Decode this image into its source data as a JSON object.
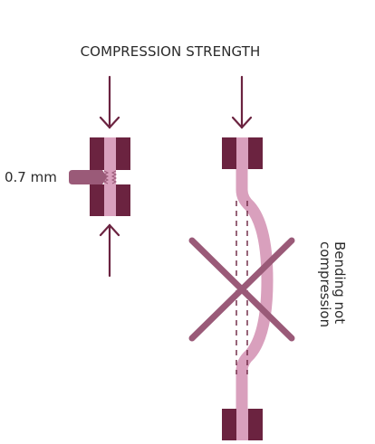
{
  "title": "COMPRESSION STRENGTH",
  "gap_label": "0.7 mm",
  "side_note": {
    "line1": "Bending not",
    "line2": "compression"
  },
  "colors": {
    "dark": "#6b2340",
    "light": "#d9a0bd",
    "mauve": "#9a5a78",
    "text": "#2a2a2a"
  }
}
